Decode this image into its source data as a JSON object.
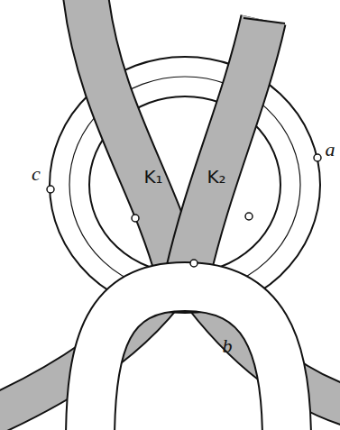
{
  "diagram": {
    "labels": [
      "c",
      "K₁",
      "K₂",
      "a",
      "b"
    ]
  }
}
